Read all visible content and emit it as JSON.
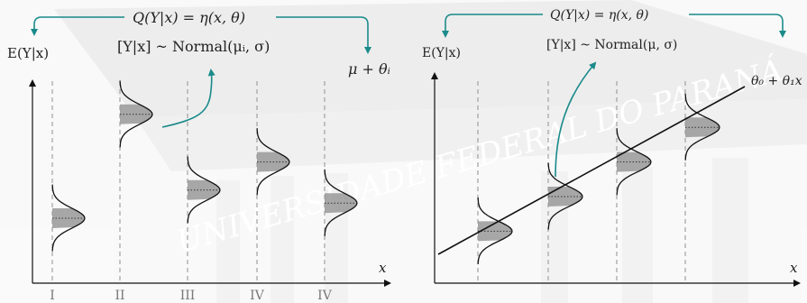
{
  "panels": {
    "left": {
      "header_formula": "Q(Y|x) = η(x, θ)",
      "yaxis_label": "E(Y|x)",
      "xaxis_label": "x",
      "distribution_label": "[Y|x] ~ Normal(μᵢ, σ)",
      "mean_label": "μ + θᵢ",
      "groups": [
        {
          "label": "I",
          "level": 0.3
        },
        {
          "label": "II",
          "level": 0.78
        },
        {
          "label": "III",
          "level": 0.43
        },
        {
          "label": "IV",
          "level": 0.56
        },
        {
          "label": "IV",
          "level": 0.37
        }
      ]
    },
    "right": {
      "header_formula": "Q(Y|x) = η(x, θ)",
      "yaxis_label": "E(Y|x)",
      "xaxis_label": "x",
      "distribution_label": "[Y|x] ~ Normal(μ, σ)",
      "line_label": "θ₀ + θ₁x",
      "points": [
        {
          "level": 0.24
        },
        {
          "level": 0.4
        },
        {
          "level": 0.56
        },
        {
          "level": 0.72
        }
      ]
    }
  },
  "background_watermark": "UNIVERSIDADE FEDERAL DO PARANÁ",
  "colors": {
    "arrow": "#1a8a8a",
    "curve": "#111111",
    "fill": "#999999",
    "dash": "#9a9a9a",
    "axis": "#111111"
  }
}
